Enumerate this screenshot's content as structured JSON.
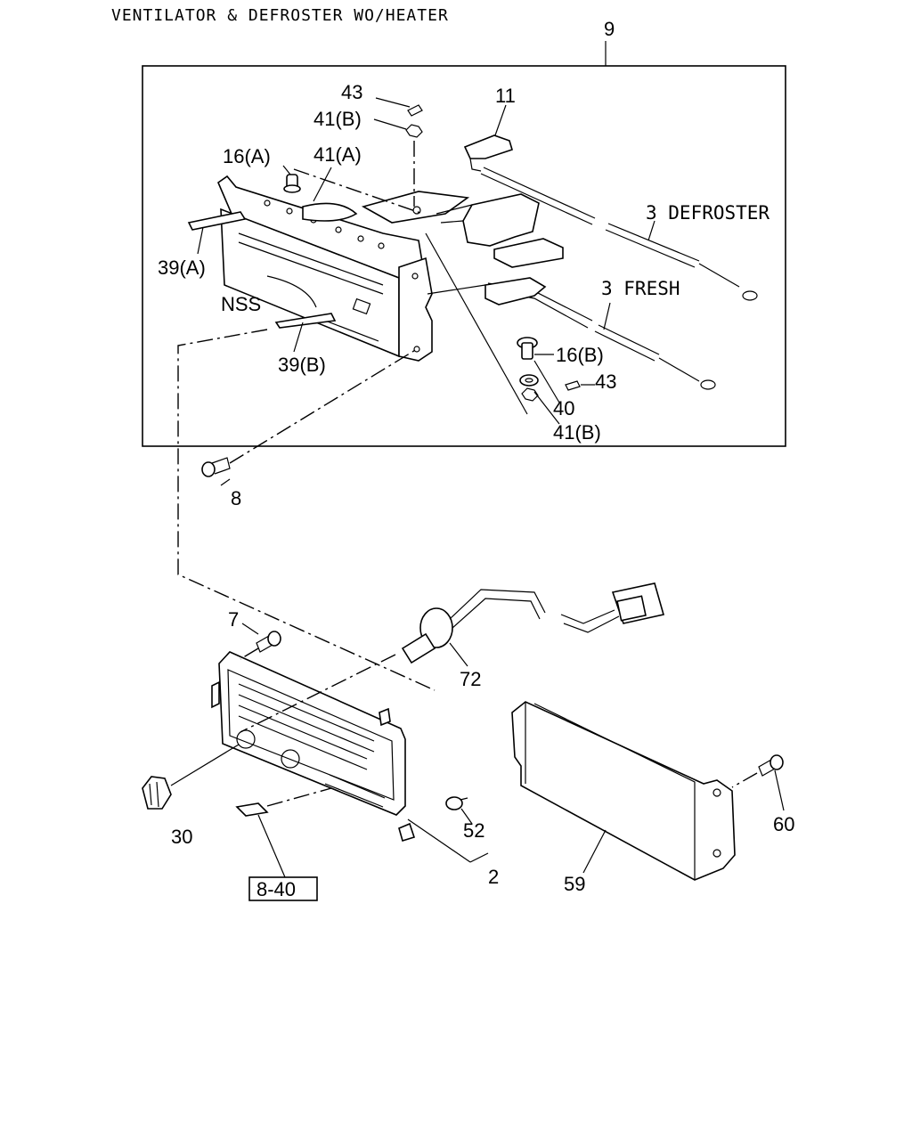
{
  "title": "VENTILATOR & DEFROSTER WO/HEATER",
  "callouts": {
    "c9": "9",
    "c43a": "43",
    "c41b_top": "41(B)",
    "c11": "11",
    "c16a": "16(A)",
    "c41a": "41(A)",
    "c3_defroster": "3 DEFROSTER",
    "c39a": "39(A)",
    "c3_fresh": "3 FRESH",
    "nss": "NSS",
    "c16b": "16(B)",
    "c43b": "43",
    "c39b": "39(B)",
    "c40": "40",
    "c41b_bottom": "41(B)",
    "c8": "8",
    "c7": "7",
    "c72": "72",
    "c30": "30",
    "c52": "52",
    "c2": "2",
    "c59": "59",
    "c60": "60",
    "ref_8_40": "8-40"
  }
}
